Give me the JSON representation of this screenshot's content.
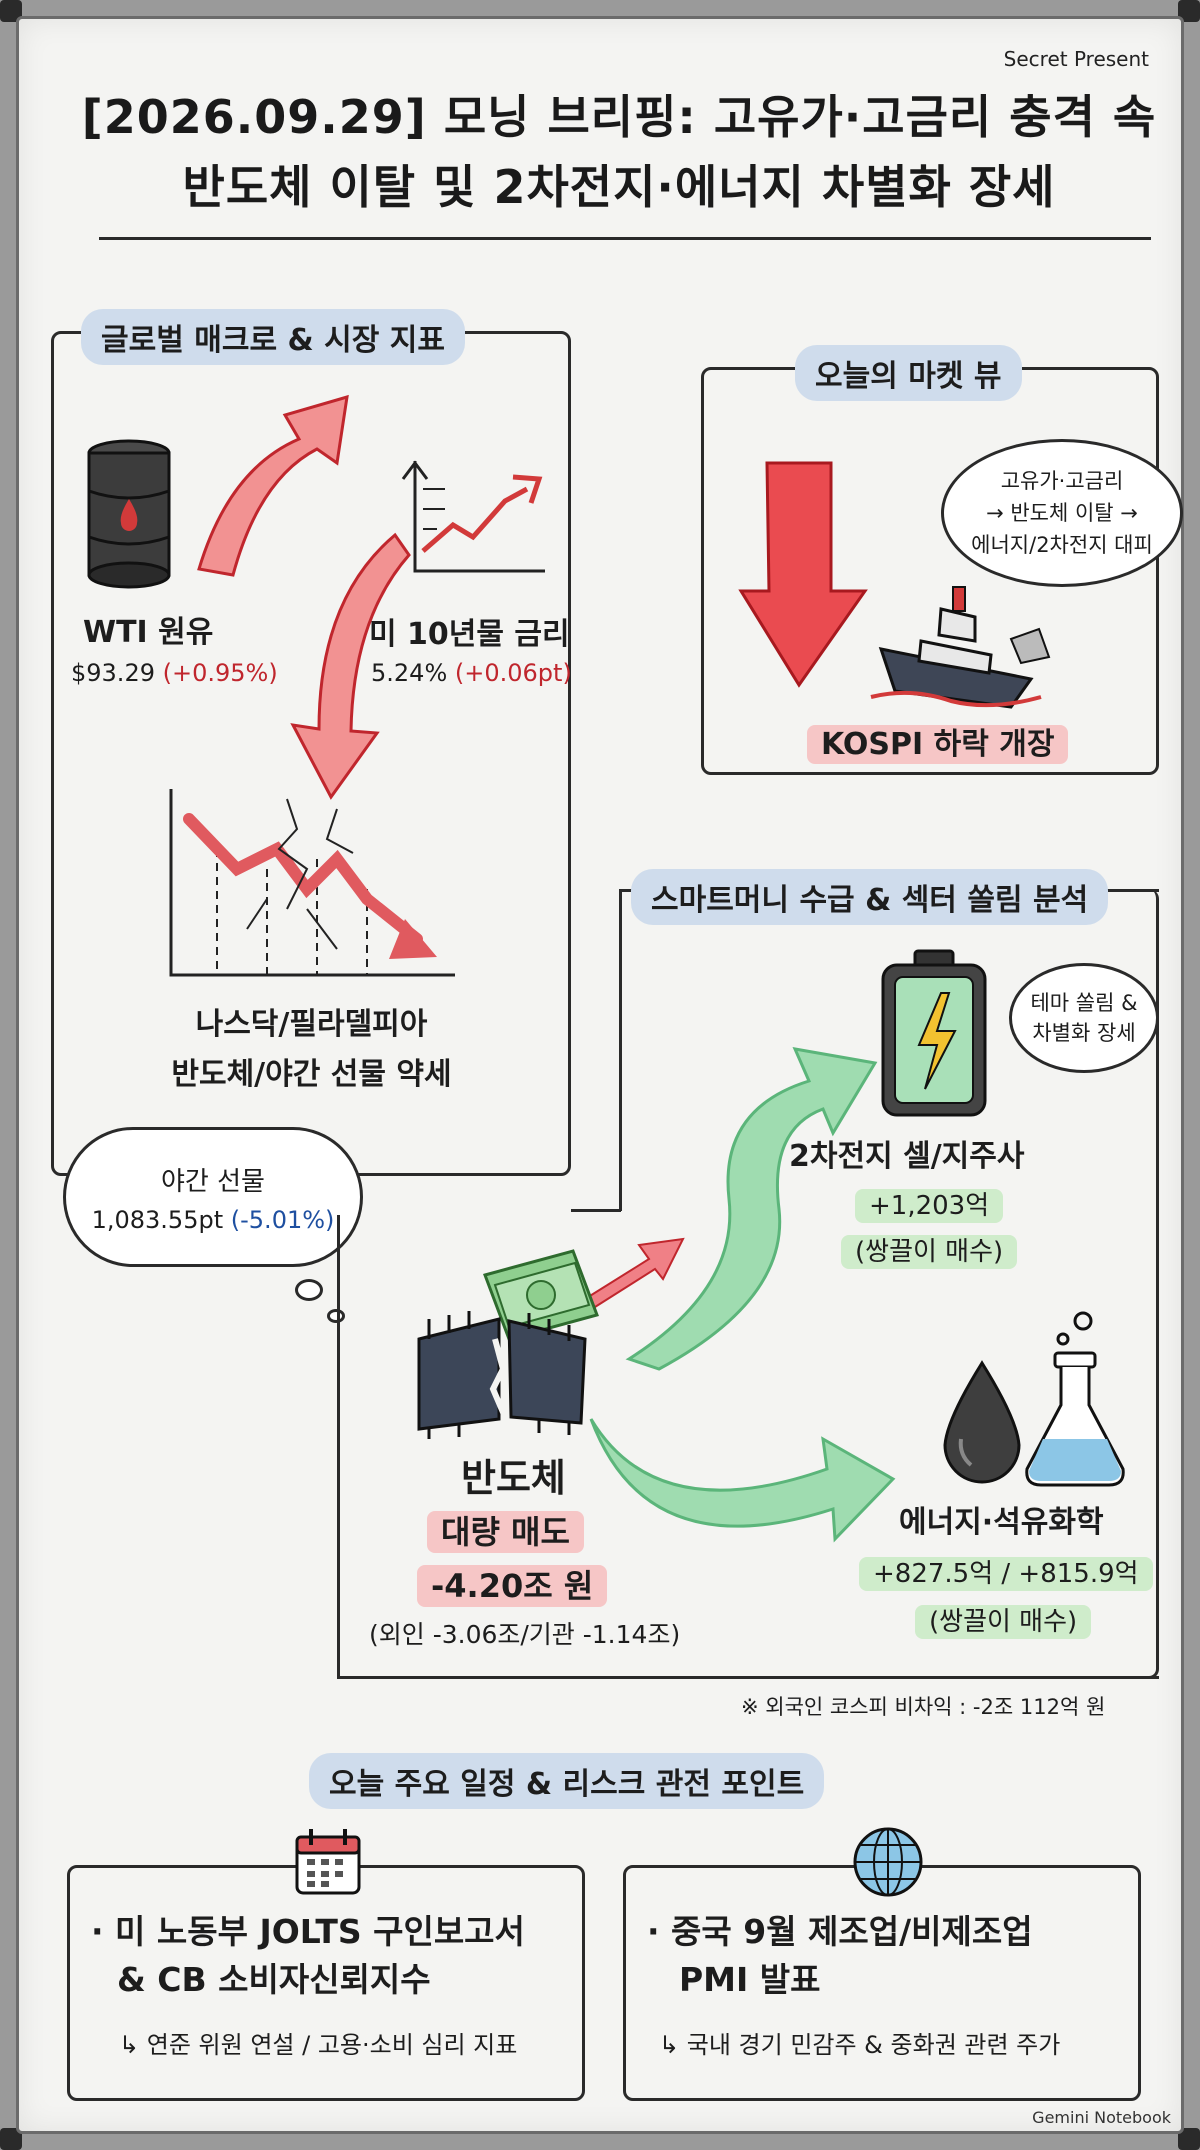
{
  "brand": "Secret Present",
  "footer_brand": "Gemini Notebook",
  "title": {
    "line1": "[2026.09.29] 모닝 브리핑: 고유가·고금리 충격 속",
    "line2": "반도체 이탈 및 2차전지·에너지 차별화 장세"
  },
  "macro": {
    "heading": "글로벌 매크로 & 시장 지표",
    "wti_label": "WTI 원유",
    "wti_price": "$93.29",
    "wti_change": "(+0.95%)",
    "rate_label": "미 10년물 금리",
    "rate_value": "5.24%",
    "rate_change": "(+0.06pt)",
    "semi_label_line1": "나스닥/필라델피아",
    "semi_label_line2": "반도체/야간 선물 약세",
    "futures_label": "야간 선물",
    "futures_value": "1,083.55pt",
    "futures_change": "(-5.01%)"
  },
  "market_view": {
    "heading": "오늘의 마켓 뷰",
    "bubble_line1": "고유가·고금리",
    "bubble_line2": "→ 반도체 이탈 →",
    "bubble_line3": "에너지/2차전지 대피",
    "kospi_label": "KOSPI 하락 개장"
  },
  "flows": {
    "heading": "스마트머니 수급 & 섹터 쏠림 분석",
    "theme_bubble_line1": "테마 쏠림 &",
    "theme_bubble_line2": "차별화 장세",
    "battery_label": "2차전지 셀/지주사",
    "battery_value": "+1,203억",
    "battery_note": "(쌍끌이 매수)",
    "semi_label": "반도체",
    "semi_action": "대량 매도",
    "semi_value": "-4.20조 원",
    "semi_detail": "(외인 -3.06조/기관 -1.14조)",
    "energy_label": "에너지·석유화학",
    "energy_value": "+827.5억 / +815.9억",
    "energy_note": "(쌍끌이 매수)",
    "footnote": "※ 외국인 코스피 비차익 : -2조 112억 원"
  },
  "schedule": {
    "heading": "오늘 주요 일정 & 리스크 관전 포인트",
    "left_line1": "· 미 노동부 JOLTS 구인보고서",
    "left_line2": "& CB 소비자신뢰지수",
    "left_note": "↳ 연준 위원 연설 / 고용·소비 심리 지표",
    "right_line1": "· 중국 9월 제조업/비제조업",
    "right_line2": "PMI 발표",
    "right_note": "↳ 국내 경기 민감주 & 중화권 관련 주가"
  },
  "colors": {
    "red": "#c0262d",
    "blue": "#1e4fa0",
    "pill_blue": "#cfdcec",
    "highlight_red": "#f6c6c6",
    "highlight_green": "#cfeccb",
    "arrow_red": "#e8585d",
    "arrow_green": "#8fd6a6"
  },
  "icons": [
    "oil-barrel-icon",
    "up-arrow-icon",
    "line-chart-icon",
    "down-arrow-icon",
    "crash-chart-icon",
    "ship-icon",
    "battery-icon",
    "chip-icon",
    "money-icon",
    "oil-drop-icon",
    "flask-icon",
    "calendar-icon",
    "globe-icon"
  ]
}
